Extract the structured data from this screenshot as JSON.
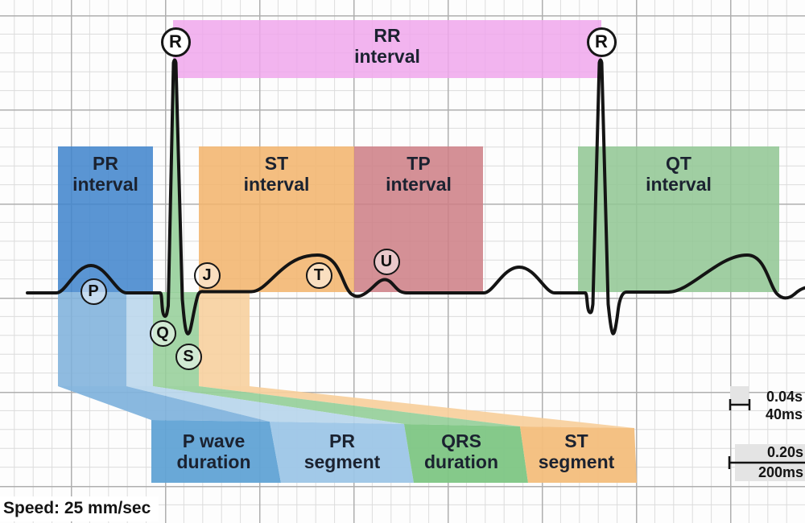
{
  "diagram": {
    "speed_label": "Speed: 25 mm/sec",
    "intervals": [
      {
        "id": "rr",
        "line1": "RR",
        "line2": "interval",
        "color": "#F0A7EC"
      },
      {
        "id": "pr",
        "line1": "PR",
        "line2": "interval",
        "color": "#4386CD"
      },
      {
        "id": "st",
        "line1": "ST",
        "line2": "interval",
        "color": "#F2B56E"
      },
      {
        "id": "tp",
        "line1": "TP",
        "line2": "interval",
        "color": "#CE8187"
      },
      {
        "id": "qt",
        "line1": "QT",
        "line2": "interval",
        "color": "#93C795"
      }
    ],
    "durations": [
      {
        "id": "p-wave-duration",
        "line1": "P wave",
        "line2": "duration",
        "color": "#61A3D5"
      },
      {
        "id": "pr-segment",
        "line1": "PR",
        "line2": "segment",
        "color": "#9DC6E7"
      },
      {
        "id": "qrs-duration",
        "line1": "QRS",
        "line2": "duration",
        "color": "#7EC684"
      },
      {
        "id": "st-segment",
        "line1": "ST",
        "line2": "segment",
        "color": "#F3BE7C"
      }
    ],
    "wave_points": [
      {
        "label": "P"
      },
      {
        "label": "Q"
      },
      {
        "label": "R"
      },
      {
        "label": "S"
      },
      {
        "label": "J"
      },
      {
        "label": "T"
      },
      {
        "label": "U"
      },
      {
        "label": "R"
      }
    ],
    "scales": [
      {
        "line1": "0.04s",
        "line2": "40ms"
      },
      {
        "line1": "0.20s",
        "line2": "200ms"
      }
    ],
    "grid": {
      "minor_color": "#DCDCDC",
      "major_color": "#AFAFAF",
      "background": "#FDFDFD"
    },
    "trace_color": "#141414"
  }
}
